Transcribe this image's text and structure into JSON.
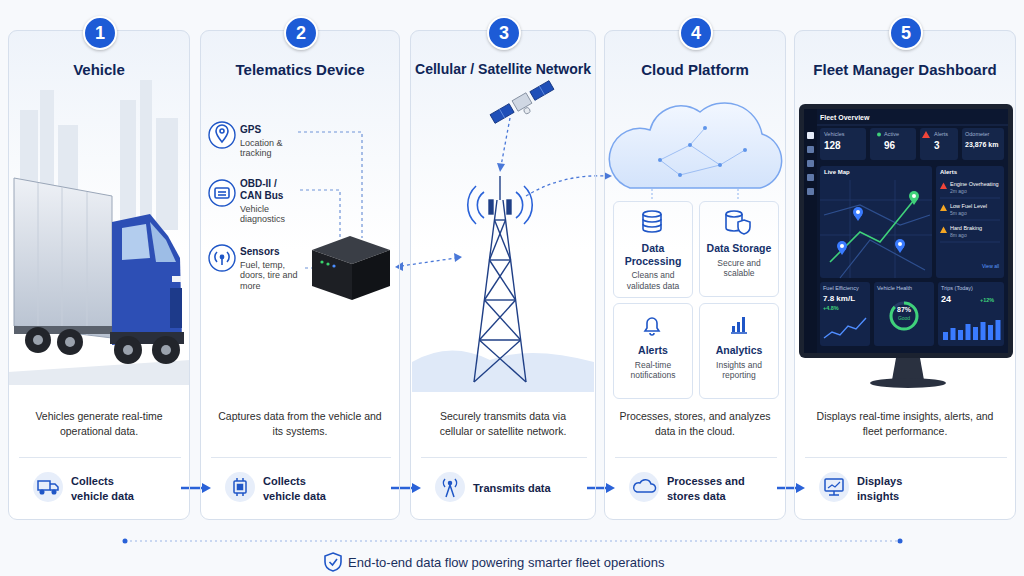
{
  "diagram": {
    "caption": "End-to-end data flow powering smarter fleet operations",
    "nodes": [
      {
        "text": [
          "Vehicle",
          "Vehicles generate real-time operational data."
        ]
      },
      {
        "text": [
          "1"
        ],
        "in": 0
      },
      {
        "text": [
          "Collects vehicle data"
        ],
        "in": 0
      },
      {
        "text": [
          "Telematics Device",
          "Captures data from the vehicle and its systems."
        ]
      },
      {
        "text": [
          "2"
        ],
        "in": 3
      },
      {
        "text": [
          "Collects vehicle data"
        ],
        "in": 3
      },
      {
        "text": [
          "Cellular / Satellite Network",
          "Securely transmits data via cellular or satellite network."
        ]
      },
      {
        "text": [
          "3"
        ],
        "in": 6
      },
      {
        "text": [
          "Transmits data"
        ],
        "in": 6
      },
      {
        "text": [
          "Cloud Platform",
          "Processes, stores, and analyzes data in the cloud."
        ]
      },
      {
        "text": [
          "4"
        ],
        "in": 9
      },
      {
        "text": [
          "Data Processing",
          "Cleans and validates data"
        ],
        "in": 9
      },
      {
        "text": [
          "Data Storage",
          "Secure and scalable"
        ],
        "in": 9
      },
      {
        "text": [
          "Alerts",
          "Real-time notifications"
        ],
        "in": 9
      },
      {
        "text": [
          "Analytics",
          "Insights and reporting"
        ],
        "in": 9
      },
      {
        "text": [
          "Processes and stores data"
        ],
        "in": 9
      },
      {
        "text": [
          "Fleet Manager Dashboard",
          "Displays real-time insights, alerts, and fleet performance."
        ]
      },
      {
        "text": [
          "5"
        ],
        "in": 16
      },
      {
        "text": [
          "Displays insights"
        ],
        "in": 16
      }
    ],
    "edges": [
      {
        "from": 2,
        "to": 5,
        "arrow": "to"
      },
      {
        "from": 5,
        "to": 8,
        "arrow": "to"
      },
      {
        "from": 8,
        "to": 15,
        "arrow": "to"
      },
      {
        "from": 15,
        "to": 18,
        "arrow": "to"
      }
    ],
    "labels": [
      "GPS",
      "Location & tracking",
      "OBD-II / CAN Bus",
      "Vehicle diagnostics",
      "Sensors",
      "Fuel, temp, doors, tire and more",
      "Fleet Overview",
      "Vehicles",
      "128",
      "Active",
      "96",
      "Alerts",
      "3",
      "Odometer",
      "23,876 km",
      "Live Map",
      "Alerts",
      "Engine Overheating",
      "2m ago",
      "Low Fuel Level",
      "5m ago",
      "Hard Braking",
      "8m ago",
      "View all",
      "Fuel Efficiency",
      "7.8 km/L",
      "+4.8%",
      "Vehicle Health",
      "87%",
      "Good",
      "Trips (Today)",
      "24",
      "+12%"
    ]
  }
}
